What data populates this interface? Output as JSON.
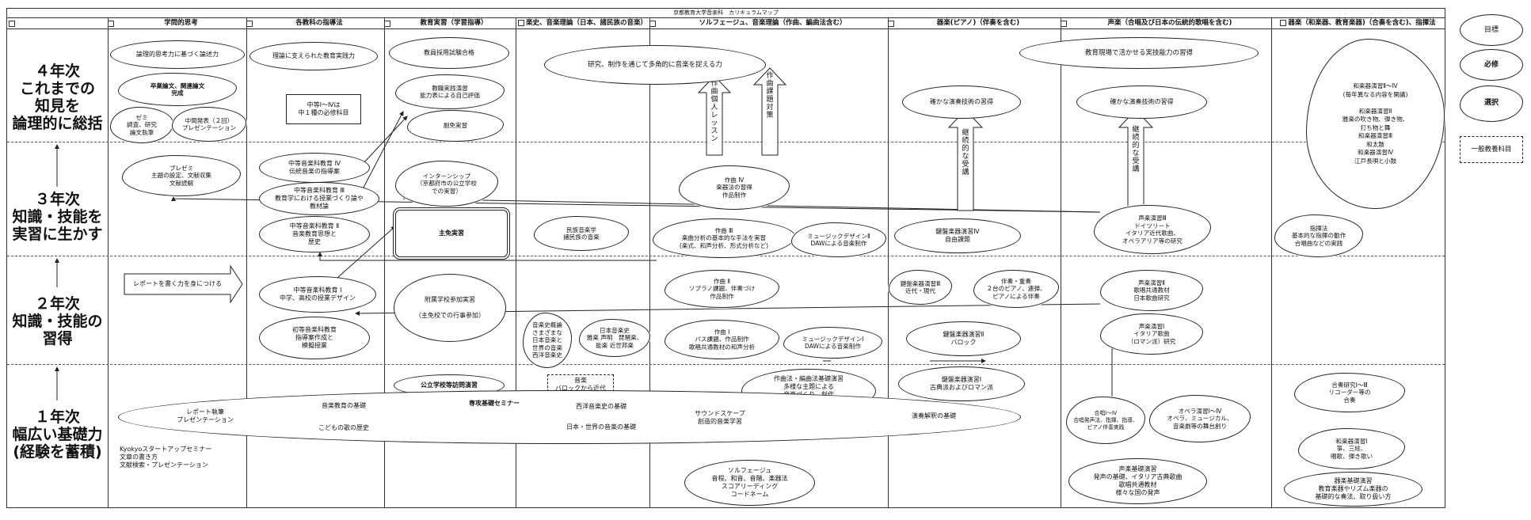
{
  "page_title": "京都教育大学音楽科　カリキュラムマップ",
  "columns": [
    "学問的思考",
    "各教科の指導法",
    "教育実習（学習指導）",
    "楽史、音楽理論（日本、諸民族の音楽）",
    "ソルフェージュ、音楽理論（作曲、編曲法含む）",
    "器楽(ピアノ)（伴奏を含む)",
    "声楽（合唱及び日本の伝統的歌唱を含む)",
    "器楽（和楽器、教育楽器)（合奏を含む)、指揮法"
  ],
  "years": {
    "y4": "４年次\nこれまでの\n知見を\n論理的に総括",
    "y3": "３年次\n知識・技能を\n実習に生かす",
    "y2": "２年次\n知識・技能の\n習得",
    "y1": "１年次\n幅広い基礎力\n(経験を蓄積)"
  },
  "legend": {
    "target": "目標",
    "required": "必修",
    "elective": "選択",
    "general": "一般教養科目"
  },
  "items": {
    "a1": "論理的思考力に基づく論述力",
    "a2": "卒業論文、関連論文\n完成",
    "a3": "ゼミ\n調査、研究\n論文執筆",
    "a4": "中間発表（２回）\nプレゼンテーション",
    "a5": "プレゼミ\n主題の設定、文献収集\n文献読解",
    "a6": "レポートを書く力を身につける",
    "a7": "Kyokyoスタートアップセミナー\n文章の書き方\n文献検索・プレゼンテーション",
    "a8": "レポート執筆\nプレゼンテーション",
    "b1": "理論に支えられた教育実践力",
    "b2": "中等Ⅰ〜Ⅳは\n中１種の必修科目",
    "b3": "中等音楽科教育 Ⅳ\n伝統音楽の指導案",
    "b4": "中等音楽科教育 Ⅲ\n教育学における授業づくり論や\n教材論",
    "b5": "中等音楽科教育 Ⅱ\n音楽教育思想と\n歴史",
    "b6": "中等音楽科教育 Ⅰ\n中学、高校の授業デザイン",
    "b7": "初等音楽科教育\n指導案作成と\n模擬授業",
    "b8": "音楽教育の基礎",
    "b9": "こどもの歌の歴史",
    "c1": "教員採用試験合格",
    "c2": "教職実践演習\n能力表による自己評価",
    "c3": "副免実習",
    "c4": "インターンシップ\n（京都府市の公立学校\nでの実習）",
    "c5": "主免実習",
    "c6": "附属学校参加実習\n\n（主免校での行事参加）",
    "c7": "公立学校等訪問演習",
    "c8": "専攻基礎セミナー",
    "d1": "研究、制作を通じて多角的に音楽を捉える力",
    "d2": "民族音楽学\n諸民族の音楽",
    "d3": "音楽史概論\nさまざまな\n日本音楽と\n世界の音楽\n西洋音楽史",
    "d4": "日本音楽史\n雅楽 声明　琵琶楽、\n能楽 近世邦楽",
    "d5": "音楽\nバロックから近代\n鑑賞と発表",
    "d6": "西洋音楽史の基礎",
    "d7": "日本・世界の音楽の基礎",
    "e1": "作曲個人レッスン",
    "e2": "作曲課題対策",
    "e3": "作曲 Ⅳ\n楽器法の習得\n作品制作",
    "e4": "作曲 Ⅲ\n楽曲分析の基本的な手法を実習\n(楽式、和声分析、形式分析など)",
    "e5": "ミュージックデザインⅡ\nDAWによる音楽制作",
    "e6": "作曲 Ⅱ\nソプラノ課題、伴奏づけ\n作品制作",
    "e7": "作曲 Ⅰ\nバス課題、作品制作\n歌唱共通教材の和声分析",
    "e8": "ミュージックデザインⅠ\nDAWによる音楽制作",
    "e9": "作曲法・編曲法基礎演習\n多様な主題による\n音楽づくり、創作\n合唱編曲",
    "e10": "サウンドスケープ\n創造的音楽学習",
    "e11": "ソルフェージュ\n音程、和音、音階、楽器法\nスコアリーディング\nコードネーム",
    "f1": "確かな演奏技術の習得",
    "f2": "継続的な受講",
    "f3": "鍵盤楽器演習Ⅳ\n自由課題",
    "f4": "鍵盤楽器演習Ⅲ\n近代・現代",
    "f5": "伴奏・重奏\n２台のピアノ、連弾、\nピアノによる伴奏",
    "f6": "鍵盤楽器演習Ⅱ\nバロック",
    "f7": "鍵盤楽器演習Ⅰ\n古典派およびロマン派",
    "f8": "演奏解釈の基礎",
    "g1": "教育現場で活かせる実技能力の習得",
    "g2": "確かな演奏技術の習得",
    "g3": "継続的な受講",
    "g4": "声楽演習Ⅲ\nドイツリート\nイタリア近代歌曲、\nオペラアリア等の研究",
    "g5": "声楽演習Ⅱ\n歌唱共通教材\n日本歌曲研究",
    "g6": "声楽演習Ⅰ\nイタリア歌曲\n（ロマン派）研究",
    "g7": "合唱Ⅰ〜Ⅳ\n合唱発声法、指揮、指導、\nピアノ伴奏実践",
    "g8": "オペラ演習Ⅰ〜Ⅳ\nオペラ、ミュージカル、\n音楽劇等の舞台創り",
    "g9": "声楽基礎演習\n発声の基礎、イタリア古典歌曲\n歌唱共通教材\n様々な国の発声",
    "h1": "和楽器演習Ⅱ〜Ⅳ\n(毎年異なる内容を開講)\n\n和楽器演習Ⅱ\n雅楽の吹き物、弾き物、\n打ち物と舞\n和楽器演習Ⅲ\n和太鼓\n和楽器演習Ⅳ\n江戸長唄と小鼓",
    "h2": "指揮法\n基本的な指揮の動作\n合唱曲などの実践",
    "h3": "合奏研究Ⅰ〜Ⅲ\nリコーダー等の\n合奏",
    "h4": "和楽器演習Ⅰ\n箏、三絃、\n唱歌、弾き歌い",
    "h5": "器楽基礎演習\n教育楽器やリズム楽器の\n基礎的な奏法、取り扱い方"
  }
}
